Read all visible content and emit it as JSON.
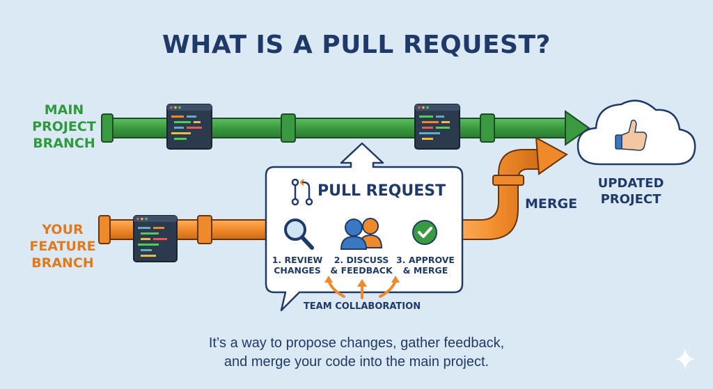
{
  "title": "WHAT IS A PULL REQUEST?",
  "main_branch": {
    "label_lines": [
      "MAIN",
      "PROJECT",
      "BRANCH"
    ],
    "color": "#3a9a3f"
  },
  "feature_branch": {
    "label_lines": [
      "YOUR",
      "FEATURE",
      "BRANCH"
    ],
    "color": "#ee8a2a"
  },
  "pull_request": {
    "title": "PULL REQUEST",
    "steps": [
      {
        "lines": [
          "1. REVIEW",
          "CHANGES"
        ],
        "icon": "magnifier-icon"
      },
      {
        "lines": [
          "2. DISCUSS",
          "& FEEDBACK"
        ],
        "icon": "people-icon"
      },
      {
        "lines": [
          "3. APPROVE",
          "& MERGE"
        ],
        "icon": "checkmark-icon"
      }
    ],
    "collaboration": "TEAM COLLABORATION"
  },
  "merge_label": "MERGE",
  "result": {
    "lines": [
      "UPDATED",
      "PROJECT"
    ],
    "icon": "thumbs-up-icon"
  },
  "caption_lines": [
    "It’s a way to propose changes, gather feedback,",
    "and merge your code into the main project."
  ],
  "colors": {
    "navy": "#1f3a68",
    "green": "#3a9a3f",
    "orange": "#ee8a2a",
    "background": "#dbe9f5"
  }
}
